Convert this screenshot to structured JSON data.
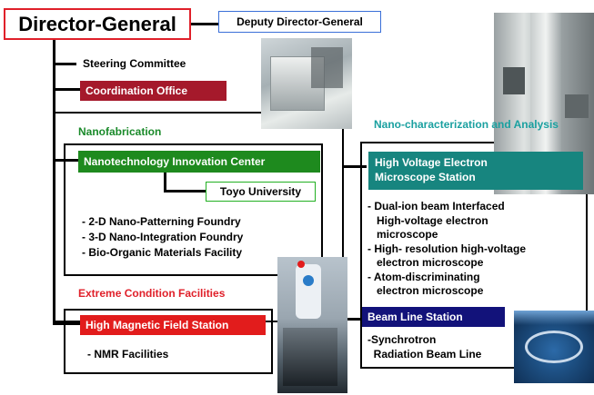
{
  "director": {
    "label": "Director-General"
  },
  "deputy": {
    "label": "Deputy Director-General"
  },
  "steering": {
    "label": "Steering Committee"
  },
  "coordination": {
    "label": "Coordination Office"
  },
  "nanofab": {
    "heading": "Nanofabrication",
    "center": "Nanotechnology Innovation Center",
    "partner": "Toyo University",
    "items": [
      "- 2-D Nano-Patterning Foundry",
      "- 3-D Nano-Integration Foundry",
      "- Bio-Organic Materials Facility"
    ]
  },
  "nanochar": {
    "heading": "Nano-characterization and Analysis",
    "station_line1": "High Voltage Electron",
    "station_line2": "Microscope Station",
    "items": [
      "- Dual-ion beam Interfaced",
      "   High-voltage electron",
      "   microscope",
      "- High- resolution high-voltage",
      "   electron microscope",
      "- Atom-discriminating",
      "   electron microscope"
    ],
    "beamline": "Beam Line Station",
    "beam_items": [
      "-Synchrotron",
      "  Radiation Beam Line"
    ]
  },
  "extreme": {
    "heading": "Extreme Condition Facilities",
    "station": "High Magnetic Field Station",
    "items": [
      "- NMR Facilities"
    ]
  },
  "colors": {
    "director_border": "#e0202a",
    "deputy_border": "#3a6fd8",
    "coordination_bg": "#a5192b",
    "nanofab_heading": "#1a8a2a",
    "nanofab_center_bg": "#1e8a1e",
    "partner_border": "#22b022",
    "nanochar_heading": "#1aa0a0",
    "nanochar_station_bg": "#17857f",
    "extreme_heading": "#e0202a",
    "extreme_station_bg": "#e21c1c",
    "beamline_bg": "#12127a"
  },
  "photos": [
    "lab-equipment-photo",
    "microscope-column-photo",
    "magnet-tower-photo",
    "synchrotron-ring-photo"
  ]
}
